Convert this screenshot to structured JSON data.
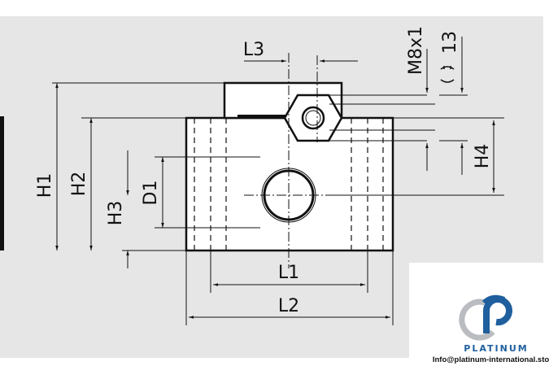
{
  "drawing": {
    "labels": {
      "h1": "H1",
      "h2": "H2",
      "h3": "H3",
      "d1": "D1",
      "l1": "L1",
      "l2": "L2",
      "l3": "L3",
      "thread": "M8x1",
      "wrench_size": "13",
      "h4": "H4"
    }
  },
  "branding": {
    "name": "PLATINUM",
    "email": "Info@platinum-international.store",
    "colors": {
      "primary": "#1f5f9e",
      "secondary": "#b9bcc0"
    }
  }
}
